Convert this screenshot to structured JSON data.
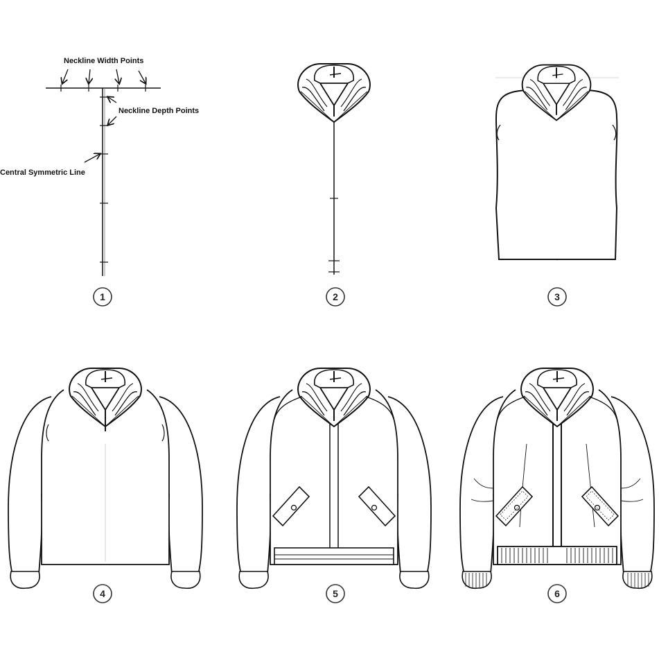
{
  "annotations": {
    "neckline_width": "Neckline Width Points",
    "neckline_depth": "Neckline Depth Points",
    "central_line": "Central Symmetric Line"
  },
  "steps": [
    {
      "number": "1"
    },
    {
      "number": "2"
    },
    {
      "number": "3"
    },
    {
      "number": "4"
    },
    {
      "number": "5"
    },
    {
      "number": "6"
    }
  ],
  "colors": {
    "stroke": "#111111",
    "guide": "#bbbbbb",
    "paper": "#ffffff"
  }
}
